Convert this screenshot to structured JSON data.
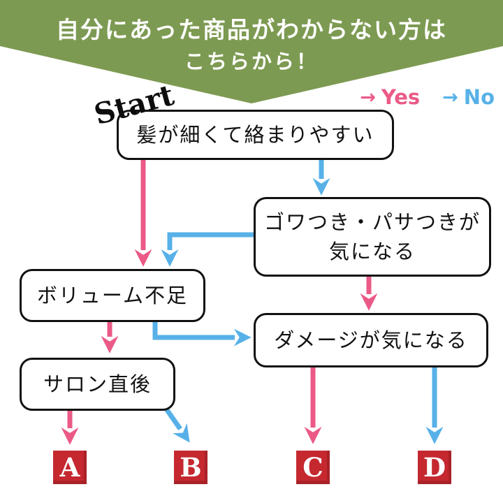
{
  "banner": {
    "line1": "自分にあった商品がわからない方は",
    "line2": "こちらから！"
  },
  "legend": {
    "yes": {
      "arrow": "→",
      "label": "Yes"
    },
    "no": {
      "arrow": "→",
      "label": "No"
    }
  },
  "start_label": "Start",
  "nodes": [
    {
      "id": "q1",
      "text": "髪が細くて絡まりやすい"
    },
    {
      "id": "q2",
      "text": "ゴワつき・パサつきが\n気になる"
    },
    {
      "id": "q3",
      "text": "ボリューム不足"
    },
    {
      "id": "q4",
      "text": "サロン直後"
    },
    {
      "id": "q5",
      "text": "ダメージが気になる"
    }
  ],
  "results": [
    {
      "label": "A"
    },
    {
      "label": "B"
    },
    {
      "label": "C"
    },
    {
      "label": "D"
    }
  ],
  "edges": [
    {
      "from": "q1",
      "answer": "yes",
      "to": "q3"
    },
    {
      "from": "q1",
      "answer": "no",
      "to": "q2"
    },
    {
      "from": "q2",
      "answer": "yes",
      "to": "q5"
    },
    {
      "from": "q2",
      "answer": "no",
      "to": "q3"
    },
    {
      "from": "q3",
      "answer": "yes",
      "to": "q4"
    },
    {
      "from": "q3",
      "answer": "no",
      "to": "q5"
    },
    {
      "from": "q4",
      "answer": "yes",
      "to": "A"
    },
    {
      "from": "q4",
      "answer": "no",
      "to": "B"
    },
    {
      "from": "q5",
      "answer": "yes",
      "to": "C"
    },
    {
      "from": "q5",
      "answer": "no",
      "to": "D"
    }
  ],
  "colors": {
    "banner_green": "#7d9a52",
    "yes_pink": "#eb5a87",
    "no_blue": "#57b1e8",
    "result_red": "#c5282f",
    "line_black": "#111111"
  }
}
